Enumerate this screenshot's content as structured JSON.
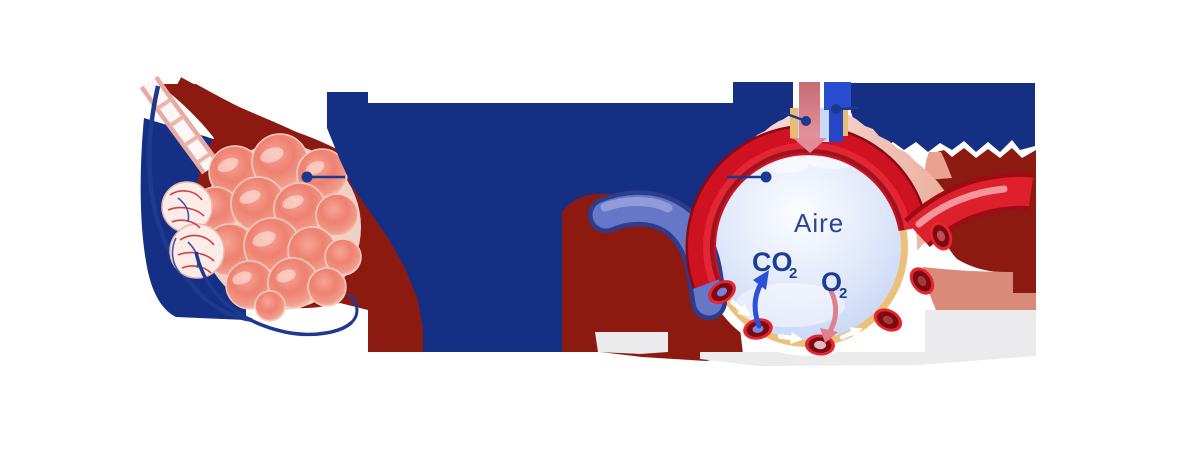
{
  "diagram": {
    "kind": "alveoli-gas-exchange-illustration",
    "labels": {
      "air": "Aire",
      "co2_main": "CO",
      "co2_sub": "2",
      "o2_main": "O",
      "o2_sub": "2"
    },
    "icons": [
      "leader-dot-icon (x4 navy callout dots)",
      "air-in-arrow-icon (pink, downward)",
      "air-out-arrow-icon (blue, upward shaft)",
      "co2-transfer-arrow-icon (blue curved)",
      "o2-transfer-arrow-icon (rose curved)",
      "blood-flow-arrow-icon (white, x4 along capillary)"
    ],
    "colors": {
      "background": "#ffffff",
      "label_blob_navy": "#142f83",
      "label_blob_dark_red": "#8c1a10",
      "capillary_ring_red": "#ce1222",
      "capillary_ring_edge": "#8c0813",
      "vein_blue": "#6677c8",
      "vein_edge": "#2c3c8e",
      "alveolus_fill": "#cfdcf6",
      "alveolus_rim_amber": "#ebc17a",
      "tissue_pink": "#f8dbdd",
      "tissue_salmon": "#d98a79",
      "alveoli_ball_salmon": "#ee8172",
      "shadow_grey": "#ebebed",
      "text_navy": "#1c3e92",
      "air_in_arrow_pink": "#d9798a",
      "air_out_arrow_blue": "#2a4cd0"
    }
  }
}
